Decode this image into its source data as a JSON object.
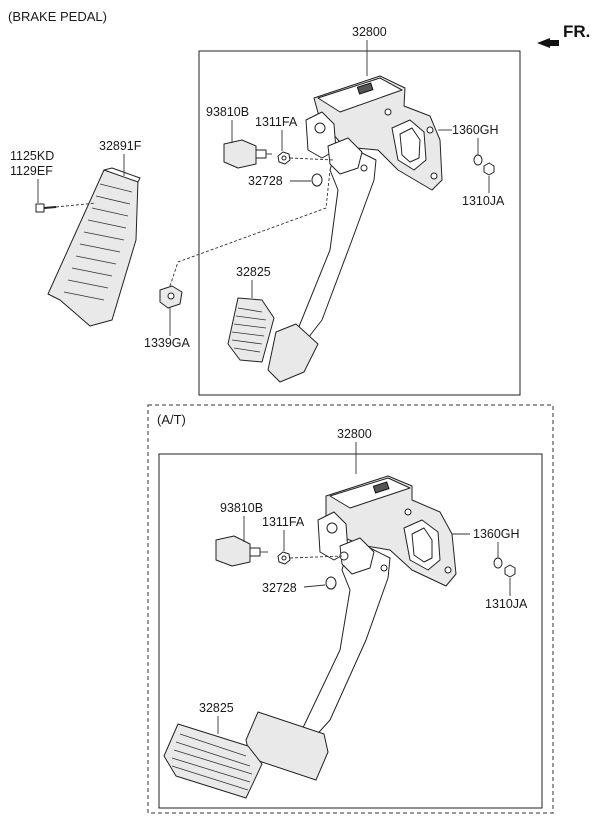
{
  "header": {
    "title": "(BRAKE PEDAL)",
    "direction": "FR."
  },
  "top_assembly": {
    "assembly_no": "32800",
    "parts": {
      "p93810B": "93810B",
      "p1311FA": "1311FA",
      "p32728": "32728",
      "p1360GH": "1360GH",
      "p1310JA": "1310JA",
      "p32825": "32825"
    }
  },
  "external_parts": {
    "p1125KD": "1125KD",
    "p1129EF": "1129EF",
    "p32891F": "32891F",
    "p1339GA": "1339GA"
  },
  "at_assembly": {
    "variant": "(A/T)",
    "assembly_no": "32800",
    "parts": {
      "p93810B": "93810B",
      "p1311FA": "1311FA",
      "p32728": "32728",
      "p1360GH": "1360GH",
      "p1310JA": "1310JA",
      "p32825": "32825"
    }
  }
}
